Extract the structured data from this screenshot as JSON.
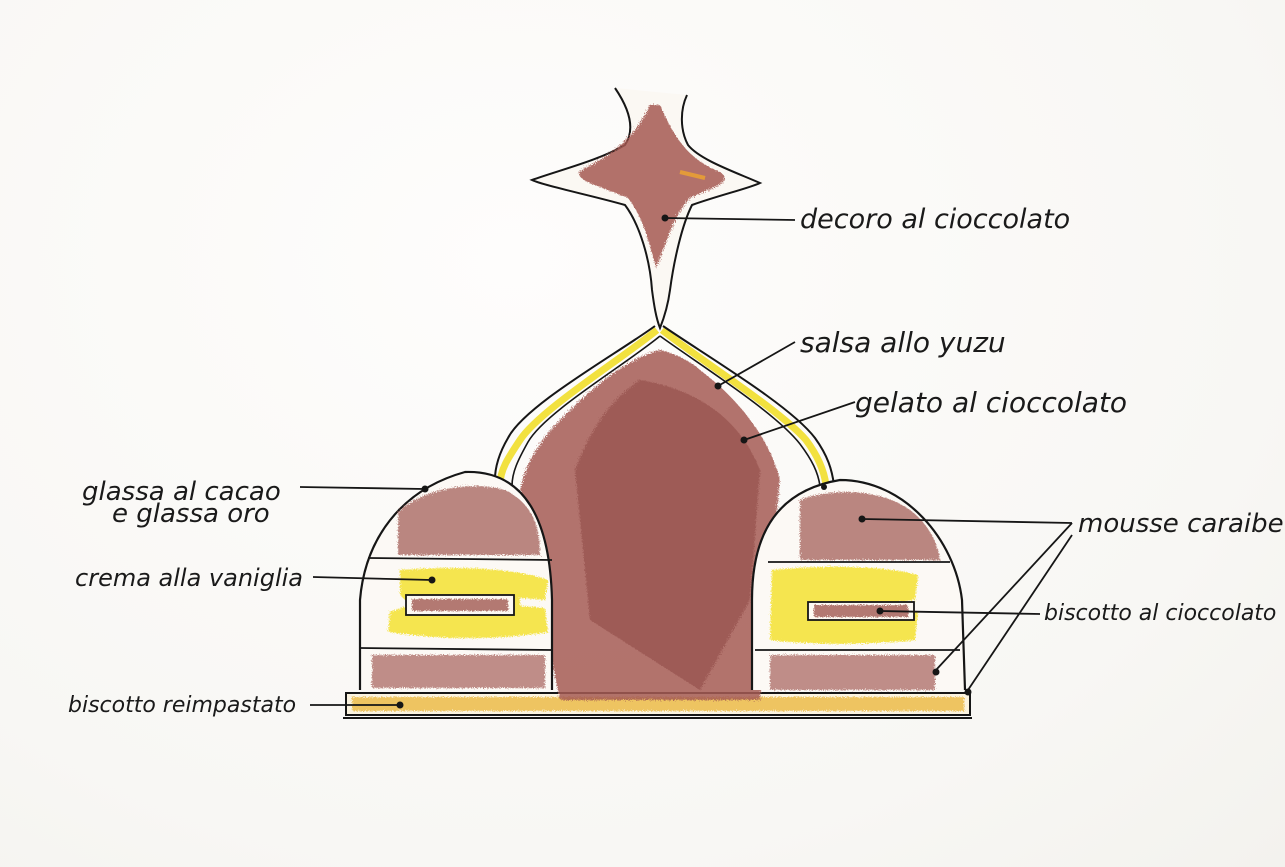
{
  "labels": {
    "decoro": "decoro al cioccolato",
    "salsa": "salsa allo yuzu",
    "gelato": "gelato al cioccolato",
    "glassa_line1": "glassa al cacao",
    "glassa_line2": "e glassa oro",
    "mousse": "mousse caraibe",
    "crema": "crema alla vaniglia",
    "biscotto_cioccolato": "biscotto al cioccolato",
    "biscotto_reimpastato": "biscotto reimpastato"
  },
  "colors": {
    "chocolate": "#a0574f",
    "chocolate_dark": "#8c4843",
    "vanilla": "#f3e22a",
    "yuzu": "#f2e12e",
    "base": "#e9b93a",
    "ink": "#161616"
  }
}
